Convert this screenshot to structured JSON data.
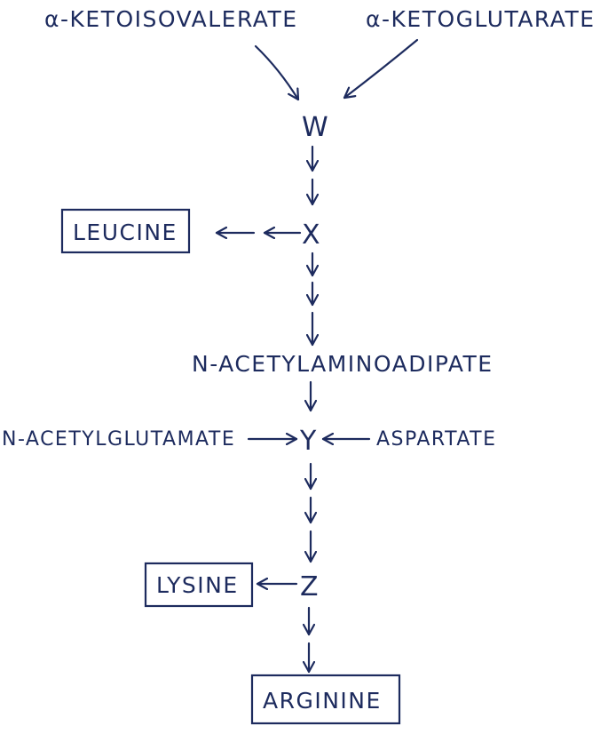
{
  "nodes": {
    "ketoisovalerate": "α-KETOISOVALERATE",
    "ketoglutarate": "α-KETOGLUTARATE",
    "w": "W",
    "x": "X",
    "leucine": "LEUCINE",
    "acetylaminoadipate": "N-ACETYLAMINOADIPATE",
    "y": "Y",
    "acetylglutamate": "N-ACETYLGLUTAMATE",
    "aspartate": "ASPARTATE",
    "z": "Z",
    "lysine": "LYSINE",
    "arginine": "ARGININE"
  },
  "colors": {
    "ink": "#1d2b5e",
    "background": "#ffffff"
  }
}
